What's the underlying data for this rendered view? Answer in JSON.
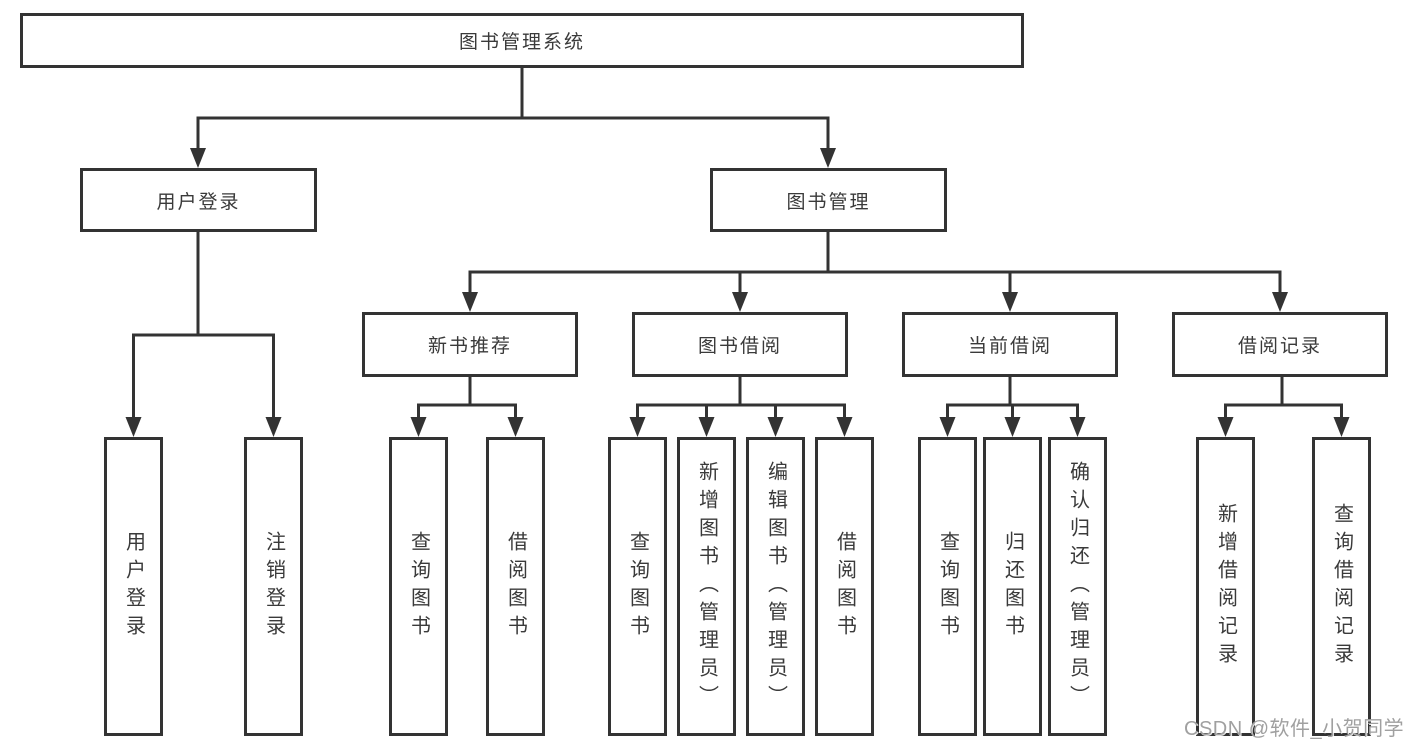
{
  "diagram": {
    "tree": {
      "root": "图书管理系统",
      "children": [
        {
          "label": "用户登录",
          "children": [
            "用户登录",
            "注销登录"
          ]
        },
        {
          "label": "图书管理",
          "children": [
            {
              "label": "新书推荐",
              "children": [
                "查询图书",
                "借阅图书"
              ]
            },
            {
              "label": "图书借阅",
              "children": [
                "查询图书",
                "新增图书（管理员）",
                "编辑图书（管理员）",
                "借阅图书"
              ]
            },
            {
              "label": "当前借阅",
              "children": [
                "查询图书",
                "归还图书",
                "确认归还（管理员）"
              ]
            },
            {
              "label": "借阅记录",
              "children": [
                "新增借阅记录",
                "查询借阅记录"
              ]
            }
          ]
        }
      ]
    },
    "colors": {
      "line": "#333333",
      "box_border": "#333333",
      "box_fill": "#ffffff",
      "text": "#3a3a3a",
      "watermark": "#a0a0a0"
    }
  },
  "watermark": {
    "text": "CSDN @软件_小贺同学"
  }
}
